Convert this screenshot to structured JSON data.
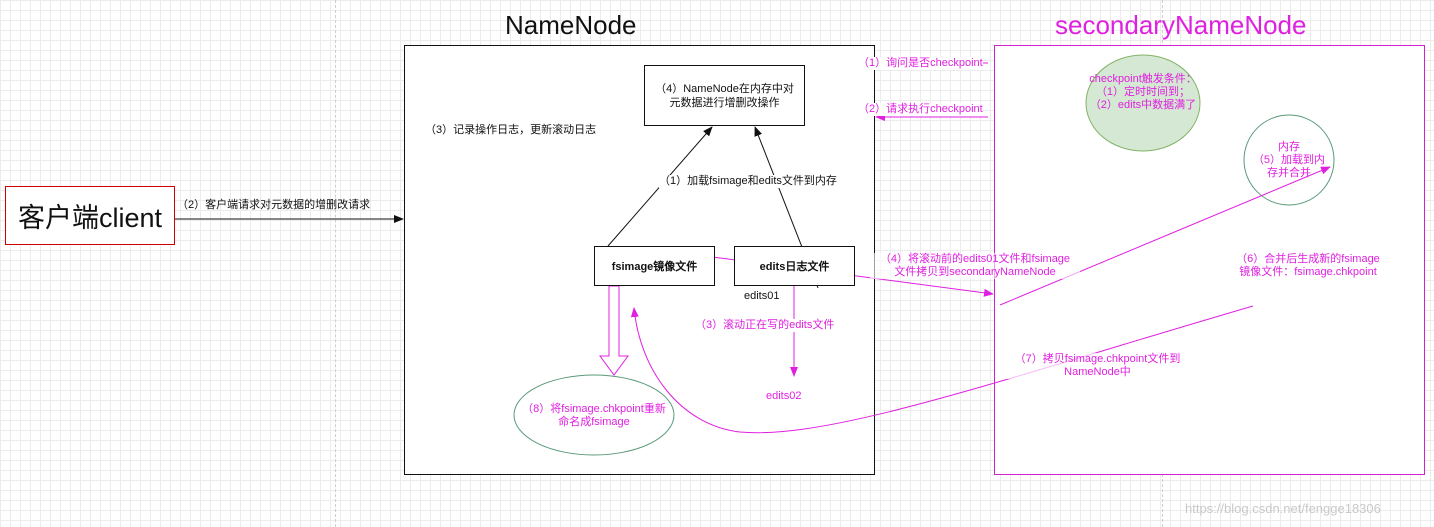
{
  "titles": {
    "namenode": "NameNode",
    "secondary": "secondaryNameNode"
  },
  "client": {
    "label": "客户端client"
  },
  "namenode_boxes": {
    "memory_op": "（4）NameNode在内存中对\n元数据进行增删改操作",
    "fsimage": "fsimage镜像文件",
    "edits": "edits日志文件"
  },
  "labels": {
    "client_request": "（2）客户端请求对元数据的增删改请求",
    "record_log": "（3）记录操作日志，更新滚动日志",
    "load_to_memory": "（1）加载fsimage和edits文件到内存",
    "edits01": "edits01",
    "roll_edits": "（3）滚动正在写的edits文件",
    "edits02": "edits02",
    "ask_checkpoint": "（1）询问是否checkpoint",
    "request_checkpoint": "（2）请求执行checkpoint",
    "copy_to_secondary": "（4）将滚动前的edits01文件和fsimage\n文件拷贝到secondaryNameNode",
    "generate_new": "（6）合并后生成新的fsimage\n镜像文件：fsimage.chkpoint",
    "copy_back": "（7）拷贝fsimage.chkpoint文件到\nNameNode中",
    "rename": "（8）将fsimage.chkpoint重新\n命名成fsimage",
    "memory_load": "内存\n（5）加载到内\n存并合并",
    "trigger": "checkpoint触发条件：\n（1）定时时间到；\n（2）edits中数据满了"
  },
  "watermark": "https://blog.csdn.net/fengge18306",
  "colors": {
    "magenta": "#e020e0",
    "black": "#111111",
    "client_border": "#d00000",
    "green_fill": "#d5e8d4",
    "green_stroke": "#82b366",
    "ellipse_stroke": "#5a9a7a"
  }
}
